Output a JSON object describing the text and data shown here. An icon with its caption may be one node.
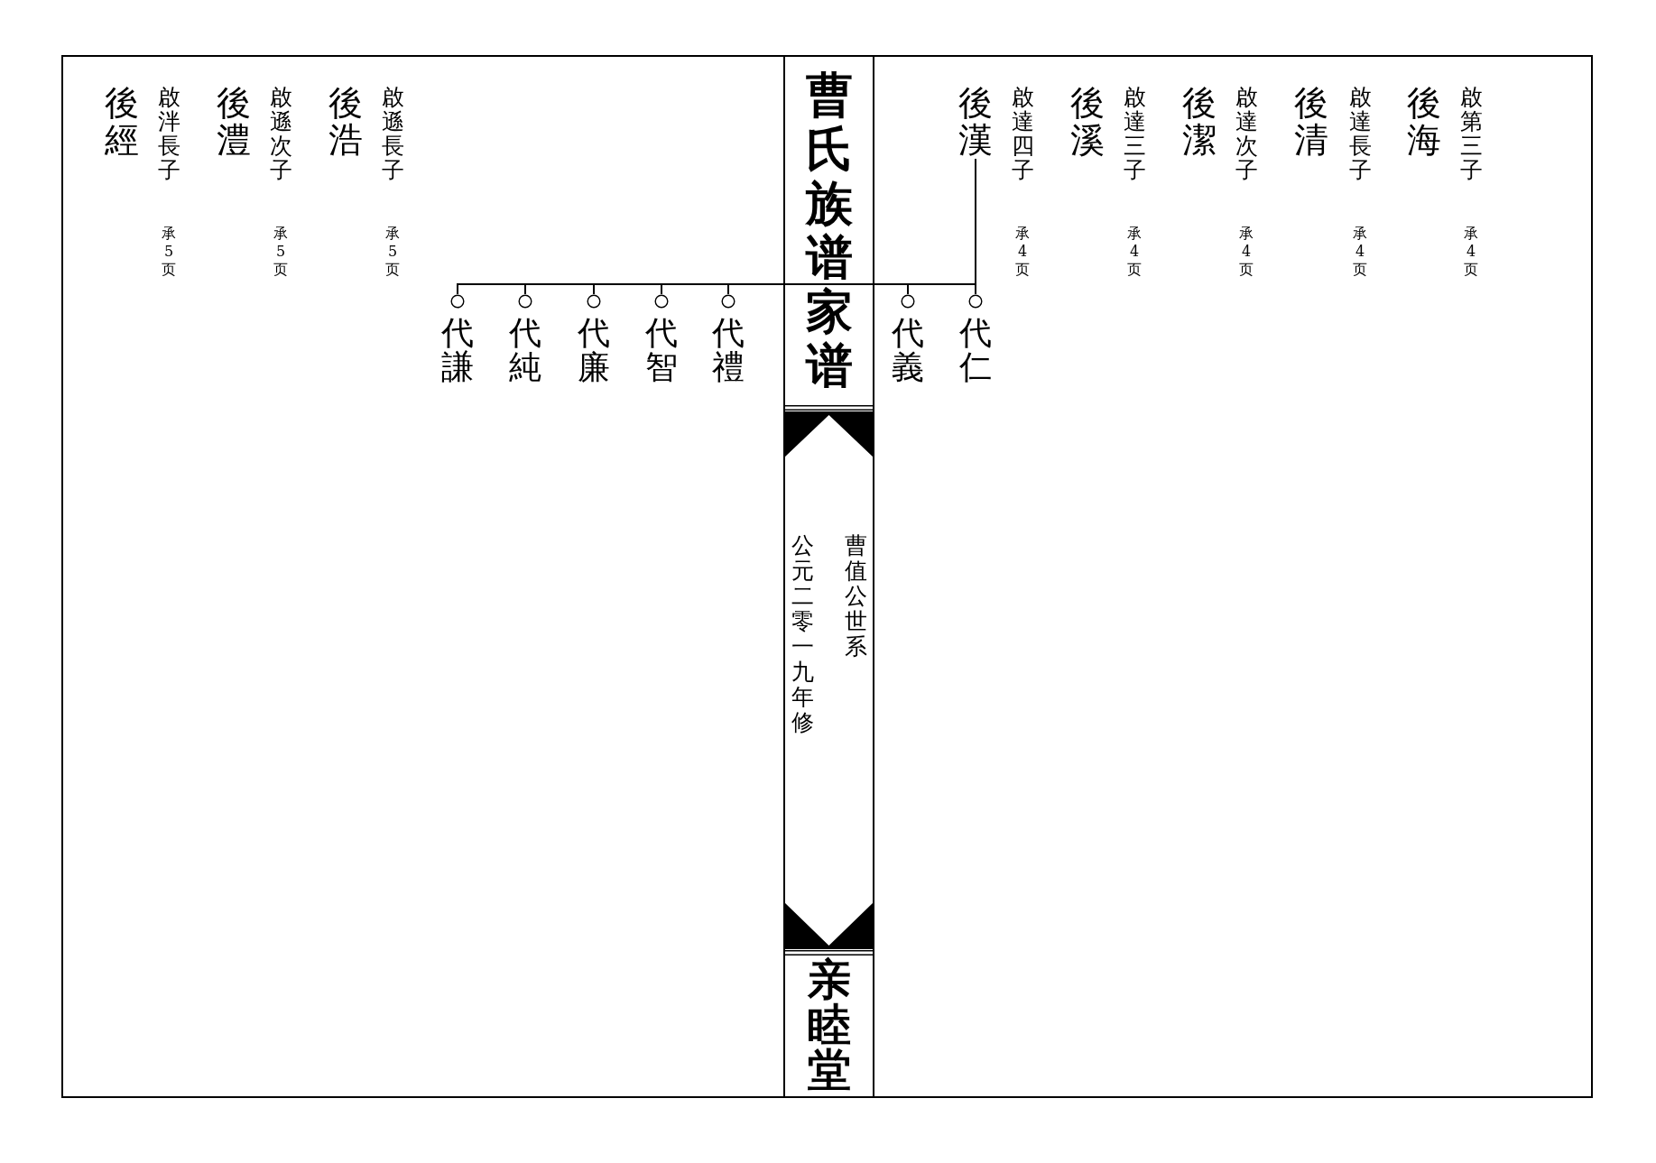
{
  "diagram": {
    "title": "曹氏族谱家谱",
    "nodes": [
      {
        "text": [
          "後漢"
        ],
        "beside": [
          "啟達四子",
          "承4页"
        ]
      },
      {
        "text": [
          "代仁"
        ]
      },
      {
        "text": [
          "代義"
        ]
      },
      {
        "text": [
          "代禮"
        ]
      },
      {
        "text": [
          "代智"
        ]
      },
      {
        "text": [
          "代廉"
        ]
      },
      {
        "text": [
          "代純"
        ]
      },
      {
        "text": [
          "代謙"
        ]
      }
    ],
    "edges": [
      {
        "from": 0,
        "to": 1,
        "arrow": "none"
      },
      {
        "from": 0,
        "to": 2,
        "arrow": "none"
      },
      {
        "from": 0,
        "to": 3,
        "arrow": "none"
      },
      {
        "from": 0,
        "to": 4,
        "arrow": "none"
      },
      {
        "from": 0,
        "to": 5,
        "arrow": "none"
      },
      {
        "from": 0,
        "to": 6,
        "arrow": "none"
      },
      {
        "from": 0,
        "to": 7,
        "arrow": "none"
      }
    ],
    "labels": [
      "啟第三子",
      "承4页",
      "後海",
      "啟達長子",
      "承4页",
      "後清",
      "啟達次子",
      "承4页",
      "後潔",
      "啟達三子",
      "承4页",
      "後溪",
      "曹值公世系",
      "公元二零一九年修",
      "亲睦堂",
      "啟遜長子",
      "承5页",
      "後浩",
      "啟遜次子",
      "承5页",
      "後澧",
      "啟泮長子",
      "承5页",
      "後經"
    ]
  }
}
